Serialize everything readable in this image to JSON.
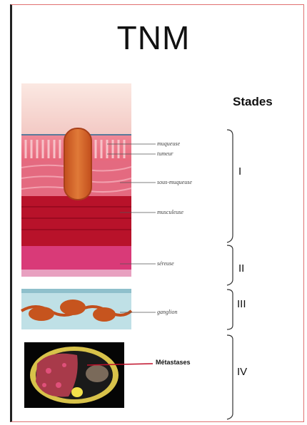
{
  "title": "TNM",
  "stades_label": "Stades",
  "layers": {
    "muqueuse": "muqueuse",
    "tumeur": "tumeur",
    "sous_muqueuse": "sous-muqueuse",
    "musculeuse": "musculeuse",
    "sereuse": "séreuse",
    "ganglion": "ganglion"
  },
  "metastases_label": "Métastases",
  "stages": [
    "I",
    "II",
    "III",
    "IV"
  ],
  "colors": {
    "frame_border": "#e07070",
    "tumor": "#d9662a",
    "muscle": "#b8122a",
    "serosa": "#d93a78",
    "node_bg": "#bfe0e6"
  }
}
